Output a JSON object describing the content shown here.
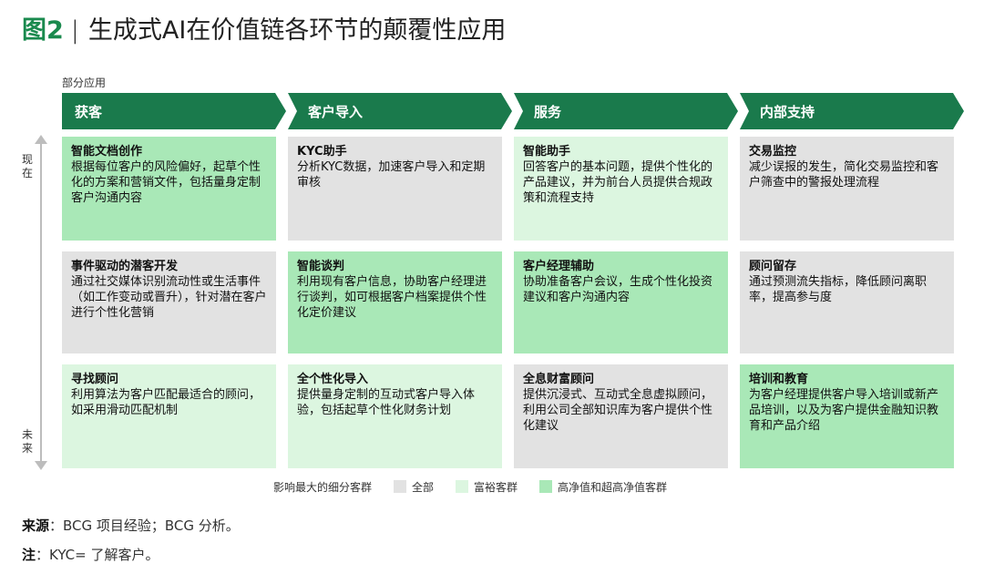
{
  "header": {
    "figure_label": "图2",
    "separator": "|",
    "title": "生成式AI在价值链各环节的颠覆性应用"
  },
  "section_label": "部分应用",
  "stages": [
    "获客",
    "客户导入",
    "服务",
    "内部支持"
  ],
  "axis": {
    "top": "现在",
    "bottom": "未来"
  },
  "rows": [
    [
      {
        "title": "智能文档创作",
        "desc": "根据每位客户的风险偏好，起草个性化的方案和营销文件，包括量身定制客户沟通内容",
        "segment": "高净值和超高净值客群"
      },
      {
        "title": "KYC助手",
        "desc": "分析KYC数据，加速客户导入和定期审核",
        "segment": "全部"
      },
      {
        "title": "智能助手",
        "desc": "回答客户的基本问题，提供个性化的产品建议，并为前台人员提供合规政策和流程支持",
        "segment": "富裕客群"
      },
      {
        "title": "交易监控",
        "desc": "减少误报的发生，简化交易监控和客户筛查中的警报处理流程",
        "segment": "全部"
      }
    ],
    [
      {
        "title": "事件驱动的潜客开发",
        "desc": "通过社交媒体识别流动性或生活事件（如工作变动或晋升），针对潜在客户进行个性化营销",
        "segment": "全部"
      },
      {
        "title": "智能谈判",
        "desc": "利用现有客户信息，协助客户经理进行谈判，如可根据客户档案提供个性化定价建议",
        "segment": "高净值和超高净值客群"
      },
      {
        "title": "客户经理辅助",
        "desc": "协助准备客户会议，生成个性化投资建议和客户沟通内容",
        "segment": "高净值和超高净值客群"
      },
      {
        "title": "顾问留存",
        "desc": "通过预测流失指标，降低顾问离职率，提高参与度",
        "segment": "全部"
      }
    ],
    [
      {
        "title": "寻找顾问",
        "desc": "利用算法为客户匹配最适合的顾问，如采用滑动匹配机制",
        "segment": "富裕客群"
      },
      {
        "title": "全个性化导入",
        "desc": "提供量身定制的互动式客户导入体验，包括起草个性化财务计划",
        "segment": "富裕客群"
      },
      {
        "title": "全息财富顾问",
        "desc": "提供沉浸式、互动式全息虚拟顾问，利用公司全部知识库为客户提供个性化建议",
        "segment": "全部"
      },
      {
        "title": "培训和教育",
        "desc": "为客户经理提供客户导入培训或新产品培训，以及为客户提供金融知识教育和产品介绍",
        "segment": "高净值和超高净值客群"
      }
    ]
  ],
  "legend": {
    "title": "影响最大的细分客群",
    "items": [
      {
        "label": "全部",
        "color": "#e2e2e2"
      },
      {
        "label": "富裕客群",
        "color": "#dcf6e0"
      },
      {
        "label": "高净值和超高净值客群",
        "color": "#a9e8b7"
      }
    ]
  },
  "source": {
    "label": "来源",
    "text": "：BCG 项目经验；BCG 分析。"
  },
  "note": {
    "label": "注",
    "text": "：KYC= 了解客户。"
  },
  "colors": {
    "accent": "#1a8a4e",
    "chevron": "#1a7a4c"
  }
}
